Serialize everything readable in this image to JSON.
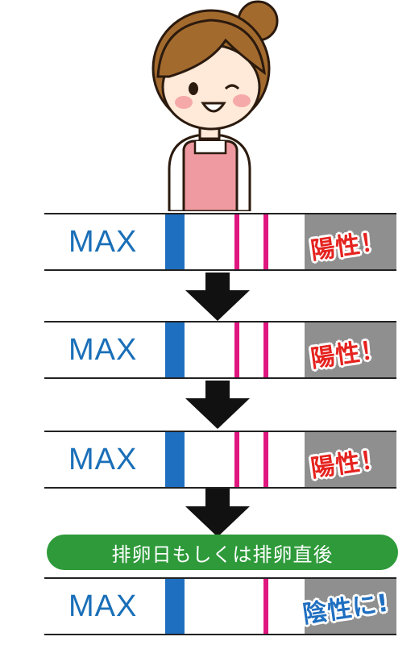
{
  "strips": [
    {
      "max_label": "MAX",
      "result": "陽性！"
    },
    {
      "max_label": "MAX",
      "result": "陽性！"
    },
    {
      "max_label": "MAX",
      "result": "陽性！"
    },
    {
      "max_label": "MAX",
      "result": "陰性に!"
    }
  ],
  "banner": {
    "text": "排卵日もしくは排卵直後"
  },
  "colors": {
    "max_text": "#1a6fb8",
    "control_band": "#1f6fc0",
    "test_line": "#e0167f",
    "window_gray": "#8f8f8f",
    "positive": "#e5231f",
    "negative": "#1f6fc0",
    "banner": "#2e9a3a"
  }
}
